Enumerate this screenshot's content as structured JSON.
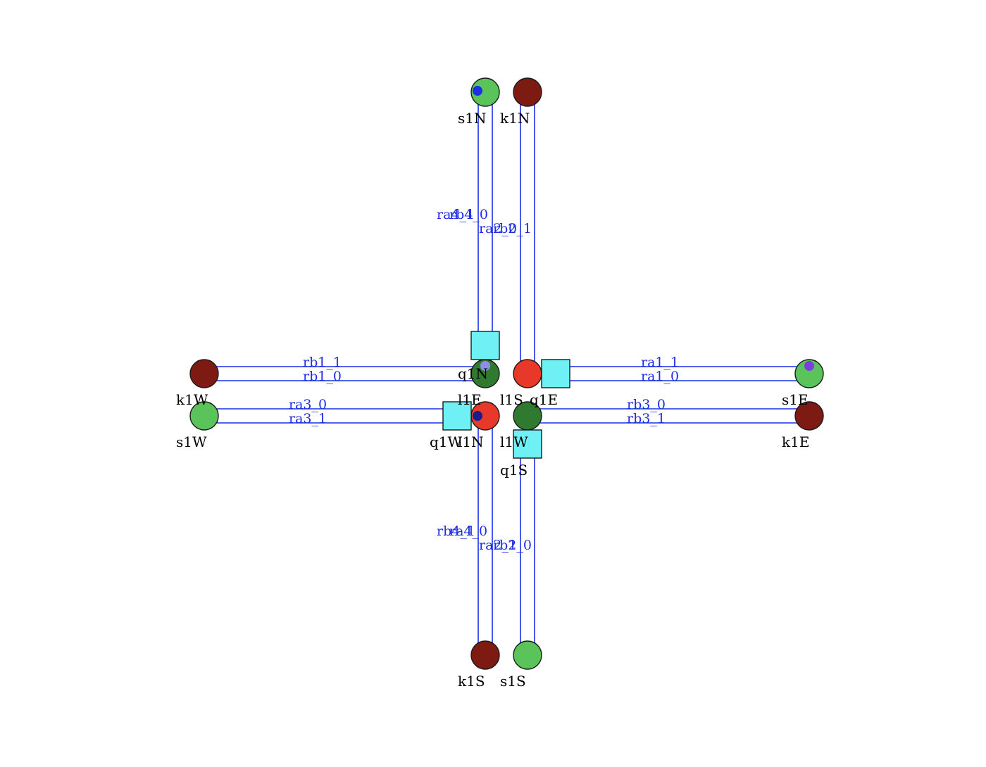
{
  "colors": {
    "edge": "#1f2ee6",
    "node_stroke": "#1a1a1a",
    "light_green": "#5ac35a",
    "dark_green": "#2f7a2f",
    "dark_red": "#7d1a12",
    "red": "#e8382a",
    "cyan": "#6ef0f5",
    "dot_blue": "#1f2ee6",
    "dot_lavender": "#8e8eea",
    "dot_purple": "#7a3fdc",
    "dot_navy": "#1a1a8c"
  },
  "nodes": [
    {
      "id": "s1N",
      "label": "s1N",
      "fill": "light_green",
      "dot": "dot_blue"
    },
    {
      "id": "k1N",
      "label": "k1N",
      "fill": "dark_red"
    },
    {
      "id": "k1W",
      "label": "k1W",
      "fill": "dark_red"
    },
    {
      "id": "s1W",
      "label": "s1W",
      "fill": "light_green"
    },
    {
      "id": "l1E",
      "label": "l1E",
      "fill": "dark_green",
      "dot": "dot_lavender"
    },
    {
      "id": "l1S",
      "label": "l1S",
      "fill": "red"
    },
    {
      "id": "l1N",
      "label": "l1N",
      "fill": "red",
      "dot": "dot_navy"
    },
    {
      "id": "l1W",
      "label": "l1W",
      "fill": "dark_green"
    },
    {
      "id": "s1E",
      "label": "s1E",
      "fill": "light_green",
      "dot": "dot_purple"
    },
    {
      "id": "k1E",
      "label": "k1E",
      "fill": "dark_red"
    },
    {
      "id": "k1S",
      "label": "k1S",
      "fill": "dark_red"
    },
    {
      "id": "s1S",
      "label": "s1S",
      "fill": "light_green"
    },
    {
      "id": "q1N",
      "label": "q1N",
      "shape": "square"
    },
    {
      "id": "q1E",
      "label": "q1E",
      "shape": "square"
    },
    {
      "id": "q1W",
      "label": "q1W",
      "shape": "square"
    },
    {
      "id": "q1S",
      "label": "q1S",
      "shape": "square"
    }
  ],
  "edge_labels": [
    "ra4_1",
    "rb4_0",
    "ra2_0",
    "rb2_1",
    "rb1_1",
    "rb1_0",
    "ra1_1",
    "ra1_0",
    "ra3_0",
    "ra3_1",
    "rb3_0",
    "rb3_1",
    "rb4_1",
    "ra4_0",
    "ra2_1",
    "rb2_0"
  ]
}
